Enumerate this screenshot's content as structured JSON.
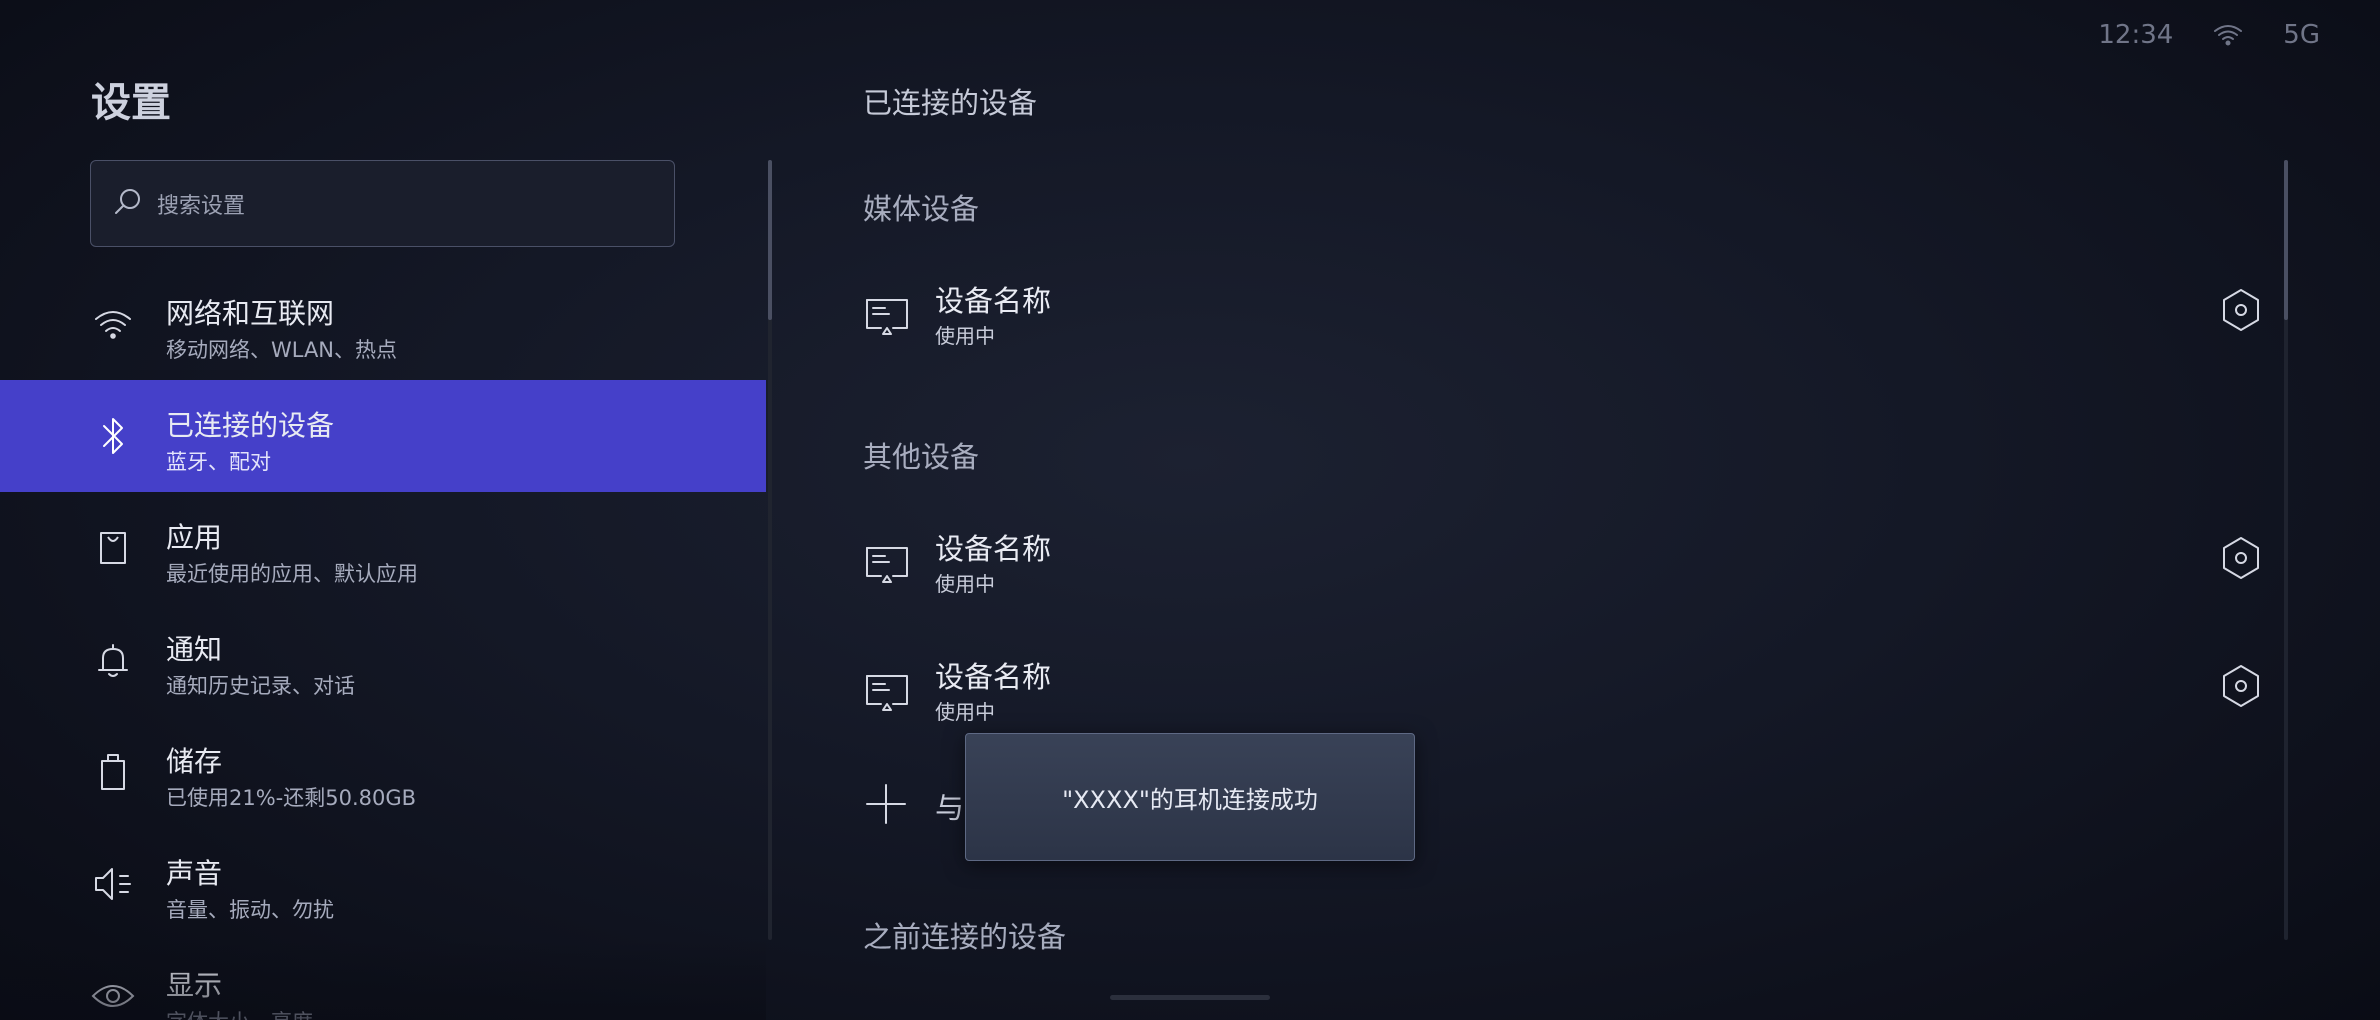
{
  "status_bar": {
    "time": "12:34",
    "network": "5G"
  },
  "left": {
    "title": "设置",
    "search": {
      "placeholder": "搜索设置"
    },
    "menu": [
      {
        "title": "网络和互联网",
        "subtitle": "移动网络、WLAN、热点",
        "icon": "wifi-icon"
      },
      {
        "title": "已连接的设备",
        "subtitle": "蓝牙、配对",
        "icon": "bluetooth-icon",
        "active": true
      },
      {
        "title": "应用",
        "subtitle": "最近使用的应用、默认应用",
        "icon": "app-bag-icon"
      },
      {
        "title": "通知",
        "subtitle": "通知历史记录、对话",
        "icon": "bell-icon"
      },
      {
        "title": "储存",
        "subtitle": "已使用21%-还剩50.80GB",
        "icon": "storage-icon"
      },
      {
        "title": "声音",
        "subtitle": "音量、振动、勿扰",
        "icon": "speaker-icon"
      },
      {
        "title": "显示",
        "subtitle": "字体大小、亮度",
        "icon": "eye-icon"
      }
    ]
  },
  "right": {
    "title": "已连接的设备",
    "sections": {
      "media": "媒体设备",
      "other": "其他设备",
      "previous": "之前连接的设备"
    },
    "media_devices": [
      {
        "name": "设备名称",
        "status": "使用中"
      }
    ],
    "other_devices": [
      {
        "name": "设备名称",
        "status": "使用中"
      },
      {
        "name": "设备名称",
        "status": "使用中"
      }
    ],
    "add_label": "与新设备配对"
  },
  "toast": {
    "message": "\"XXXX\"的耳机连接成功"
  },
  "colors": {
    "accent": "#4540c9",
    "background": "#141826",
    "toast": "#323a4e"
  }
}
